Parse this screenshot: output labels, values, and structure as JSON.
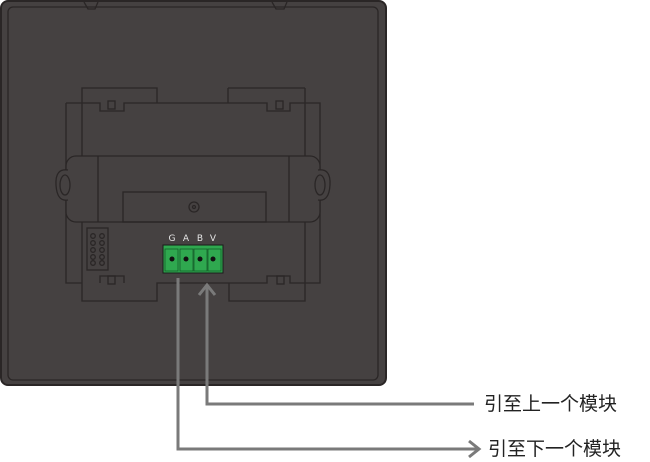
{
  "terminal_labels": [
    "G",
    "A",
    "B",
    "V"
  ],
  "annotations": {
    "to_previous": "引至上一个模块",
    "to_next": "引至下一个模块"
  },
  "colors": {
    "panel": "#454141",
    "outline": "#2a2626",
    "connector": "#2fa84f",
    "wire": "#7a7a7a"
  }
}
